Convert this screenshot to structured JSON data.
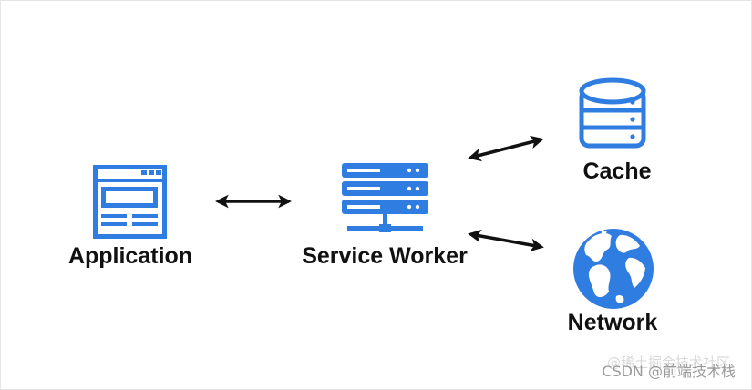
{
  "nodes": {
    "application": {
      "label": "Application"
    },
    "service_worker": {
      "label": "Service Worker"
    },
    "cache": {
      "label": "Cache"
    },
    "network": {
      "label": "Network"
    }
  },
  "edges": [
    {
      "from": "Application",
      "to": "Service Worker",
      "direction": "both"
    },
    {
      "from": "Service Worker",
      "to": "Cache",
      "direction": "both"
    },
    {
      "from": "Service Worker",
      "to": "Network",
      "direction": "both"
    }
  ],
  "icons": {
    "application": "browser-window-icon",
    "service_worker": "server-rack-icon",
    "cache": "database-icon",
    "network": "globe-icon"
  },
  "colors": {
    "icon_blue": "#2f7de1",
    "arrow": "#111111",
    "label": "#111111",
    "watermark": "#9a9a9a"
  },
  "watermark": {
    "text": "CSDN @前端技术栈",
    "ghost_text": "@稀土掘金技术社区"
  }
}
